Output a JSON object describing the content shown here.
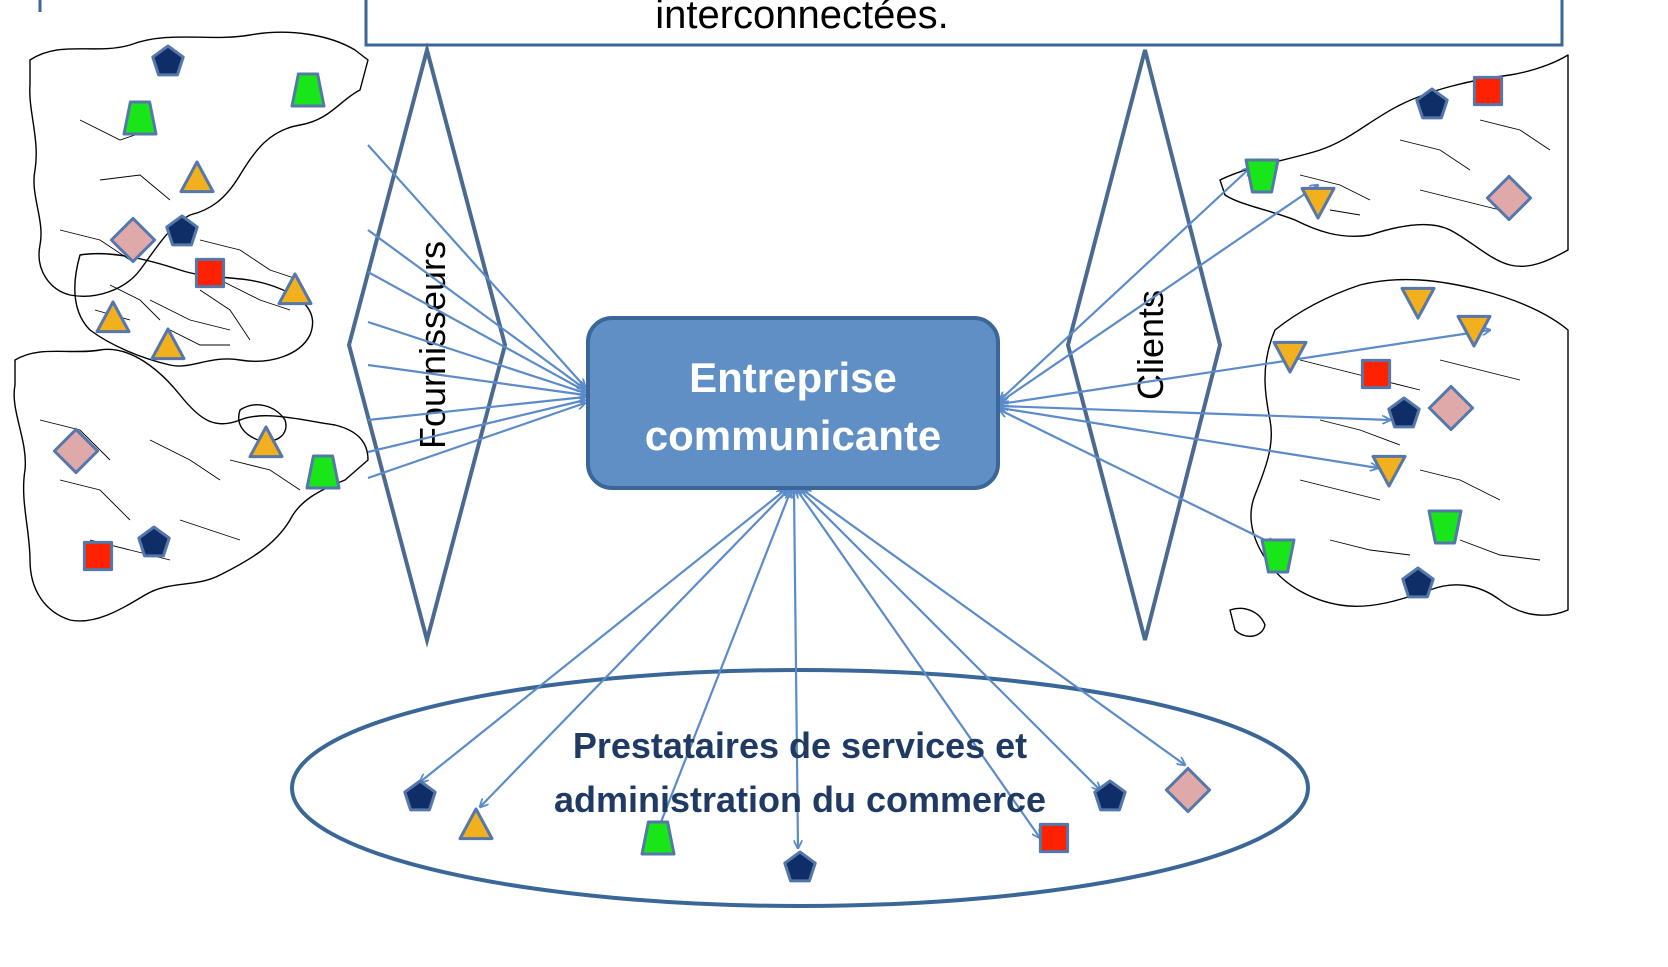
{
  "banner": {
    "text": "interconnectées."
  },
  "center": {
    "line1": "Entreprise",
    "line2": "communicante"
  },
  "left_diamond": {
    "label": "Fournisseurs"
  },
  "right_diamond": {
    "label": "Clients"
  },
  "ellipse": {
    "line1": "Prestataires de services et",
    "line2": "administration du commerce"
  },
  "colors": {
    "box_fill": "#5f8fc4",
    "box_stroke": "#3a6797",
    "diamond_stroke": "#4a6a92",
    "arrow": "#5b8bc9",
    "pentagon": "#0f2e68",
    "triangle": "#f2b01e",
    "trapezoid": "#19e619",
    "square": "#ff2200",
    "rhombus": "#e0a9a9",
    "symbol_stroke": "#5577aa"
  },
  "symbol_names": [
    "pentagon",
    "triangle",
    "inverted-triangle",
    "trapezoid",
    "inverted-trapezoid",
    "square",
    "rhombus"
  ]
}
